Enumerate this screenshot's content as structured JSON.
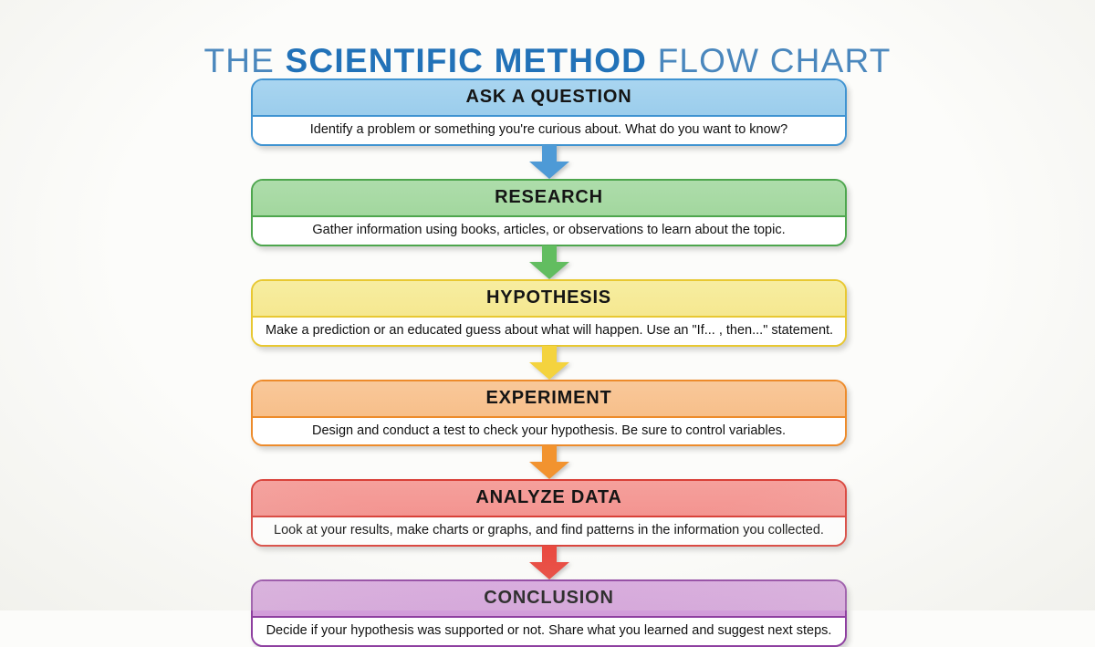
{
  "title": {
    "prefix": "THE ",
    "emphasis": "SCIENTIFIC METHOD",
    "suffix": " FLOW CHART",
    "color_light": "#4a87bd",
    "color_bold": "#2272b8"
  },
  "background_color": "#fcfcfa",
  "chart_data": {
    "type": "diagram",
    "subtype": "vertical-flowchart",
    "title": "THE SCIENTIFIC METHOD FLOW CHART",
    "direction": "top-to-bottom",
    "step_count": 6,
    "steps": [
      {
        "order": 1,
        "heading": "ASK A QUESTION",
        "description": "Identify a problem or something you're curious about. What do you want to know?",
        "header_fill": "#a9d5f0",
        "header_fill_bottom": "#9bcdec",
        "border_color": "#3f93d1",
        "arrow_color": "#4e9ad6"
      },
      {
        "order": 2,
        "heading": "RESEARCH",
        "description": "Gather information using books, articles, or observations to learn about the topic.",
        "header_fill": "#aeddab",
        "header_fill_bottom": "#a2d79e",
        "border_color": "#4da64d",
        "arrow_color": "#62bd60"
      },
      {
        "order": 3,
        "heading": "HYPOTHESIS",
        "description": "Make a prediction or an educated guess about what will happen. Use an \"If... , then...\" statement.",
        "header_fill": "#f7eda1",
        "header_fill_bottom": "#f5e890",
        "border_color": "#e8c832",
        "arrow_color": "#f4d33e"
      },
      {
        "order": 4,
        "heading": "EXPERIMENT",
        "description": "Design and conduct a test to check your hypothesis. Be sure to control variables.",
        "header_fill": "#f8c89a",
        "header_fill_bottom": "#f7bf8a",
        "border_color": "#ed8b2b",
        "arrow_color": "#f2932f"
      },
      {
        "order": 5,
        "heading": "ANALYZE DATA",
        "description": "Look at your results, make charts or graphs, and find patterns in the information you collected.",
        "header_fill": "#f5a09c",
        "header_fill_bottom": "#f39490",
        "border_color": "#d94038",
        "arrow_color": "#e9443a"
      },
      {
        "order": 6,
        "heading": "CONCLUSION",
        "description": "Decide if your hypothesis was supported or not. Share what you learned and suggest next steps.",
        "header_fill": "#d7a7de",
        "header_fill_bottom": "#d29cd9",
        "border_color": "#8e3fa0",
        "arrow_color": null
      }
    ],
    "connectors": [
      {
        "from": "ASK A QUESTION",
        "to": "RESEARCH",
        "shape": "down-arrow",
        "color": "#4e9ad6"
      },
      {
        "from": "RESEARCH",
        "to": "HYPOTHESIS",
        "shape": "down-arrow",
        "color": "#62bd60"
      },
      {
        "from": "HYPOTHESIS",
        "to": "EXPERIMENT",
        "shape": "down-arrow",
        "color": "#f4d33e"
      },
      {
        "from": "EXPERIMENT",
        "to": "ANALYZE DATA",
        "shape": "down-arrow",
        "color": "#f2932f"
      },
      {
        "from": "ANALYZE DATA",
        "to": "CONCLUSION",
        "shape": "down-arrow",
        "color": "#e9443a"
      }
    ]
  }
}
